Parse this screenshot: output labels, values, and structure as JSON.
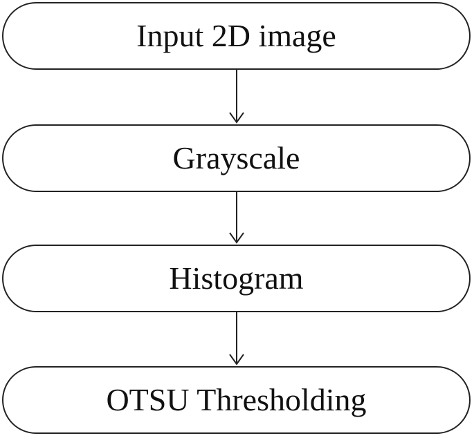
{
  "flowchart": {
    "steps": [
      {
        "label": "Input 2D image"
      },
      {
        "label": "Grayscale"
      },
      {
        "label": "Histogram"
      },
      {
        "label": "OTSU Thresholding"
      }
    ]
  },
  "colors": {
    "stroke": "#222222",
    "background": "#ffffff",
    "text": "#111111"
  }
}
